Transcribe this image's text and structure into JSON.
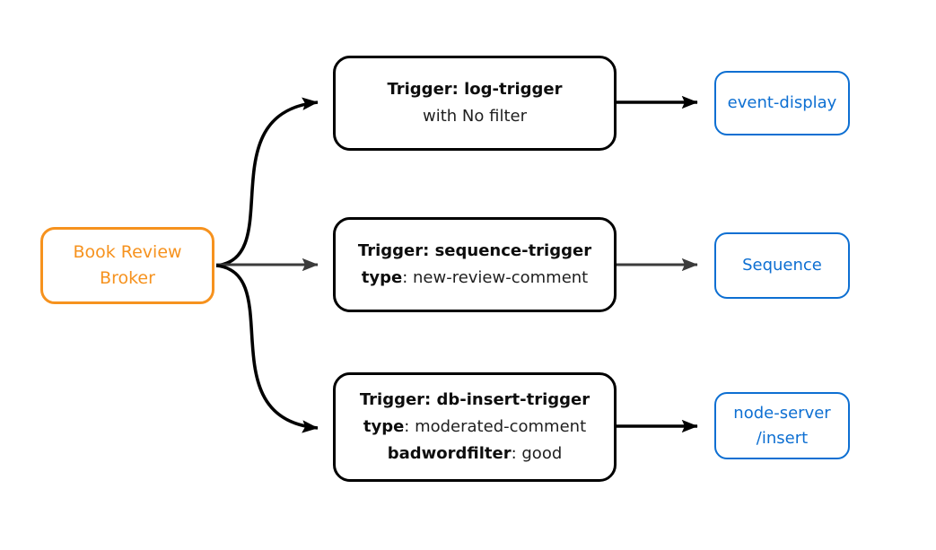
{
  "nodes": {
    "broker": {
      "line1": "Book Review",
      "line2": "Broker"
    },
    "log_trigger": {
      "title": "Trigger: log-trigger",
      "subtitle": "with No filter"
    },
    "sequence_trigger": {
      "title": "Trigger: sequence-trigger",
      "attr1_key": "type",
      "attr1_value": ": new-review-comment"
    },
    "db_insert_trigger": {
      "title": "Trigger: db-insert-trigger",
      "attr1_key": "type",
      "attr1_value": ": moderated-comment",
      "attr2_key": "badwordfilter",
      "attr2_value": ": good"
    },
    "event_display": {
      "label": "event-display"
    },
    "sequence": {
      "label": "Sequence"
    },
    "node_server": {
      "line1": "node-server",
      "line2": "/insert"
    }
  },
  "edges": [
    {
      "from": "Book Review Broker",
      "to": "Trigger: log-trigger"
    },
    {
      "from": "Book Review Broker",
      "to": "Trigger: sequence-trigger"
    },
    {
      "from": "Book Review Broker",
      "to": "Trigger: db-insert-trigger"
    },
    {
      "from": "Trigger: log-trigger",
      "to": "event-display"
    },
    {
      "from": "Trigger: sequence-trigger",
      "to": "Sequence"
    },
    {
      "from": "Trigger: db-insert-trigger",
      "to": "node-server /insert"
    }
  ],
  "colors": {
    "broker_accent": "#f6921e",
    "sink_accent": "#0d6fd2",
    "trigger_border": "#000000",
    "edge_black": "#000000",
    "edge_gray": "#3b3b3b",
    "background": "#ffffff"
  }
}
